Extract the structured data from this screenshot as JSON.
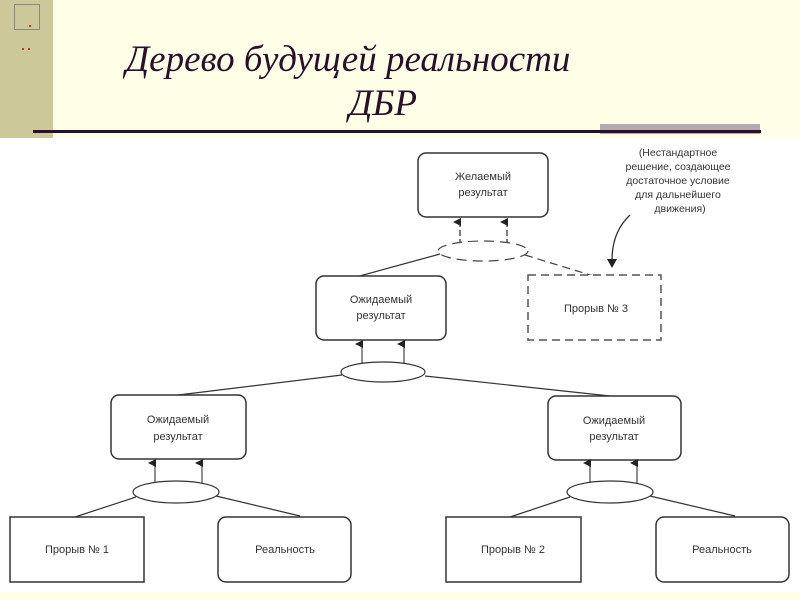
{
  "slide": {
    "title_line1": "Дерево будущей реальности",
    "title_line2": "ДБР"
  },
  "diagram": {
    "top": {
      "line1": "Желаемый",
      "line2": "результат"
    },
    "mid": {
      "line1": "Ожидаемый",
      "line2": "результат"
    },
    "breakthrough3": {
      "label": "Прорыв № 3"
    },
    "left": {
      "line1": "Ожидаемый",
      "line2": "результат"
    },
    "right": {
      "line1": "Ожидаемый",
      "line2": "результат"
    },
    "leaf1": {
      "label": "Прорыв № 1"
    },
    "leaf2": {
      "label": "Реальность"
    },
    "leaf3": {
      "label": "Прорыв № 2"
    },
    "leaf4": {
      "label": "Реальность"
    },
    "note": {
      "line1": "(Нестандартное",
      "line2": "решение, создающее",
      "line3": "достаточное условие",
      "line4": "для дальнейшего",
      "line5": "движения)"
    }
  },
  "colors": {
    "sidebar": "#CCC89A",
    "background": "#FFFFE8",
    "title": "#2A0F2A",
    "accent_bar": "#B3A9AE"
  }
}
